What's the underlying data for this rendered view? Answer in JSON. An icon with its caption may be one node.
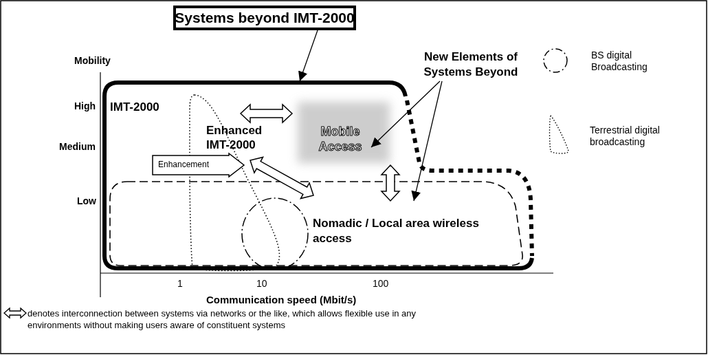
{
  "diagram": {
    "nodes": [
      {
        "text": [
          "Systems beyond IMT-2000"
        ]
      },
      {
        "text": [],
        "shape": "box"
      },
      {
        "text": [
          "IMT-2000"
        ],
        "in": 1
      },
      {
        "text": [
          "Enhanced IMT-2000"
        ],
        "in": 1
      },
      {
        "text": [
          "Mobile Access"
        ],
        "in": 1
      },
      {
        "text": [
          "Nomadic / Local area wireless access"
        ],
        "in": 1
      },
      {
        "text": [
          "New Elements of Systems Beyond"
        ]
      }
    ],
    "edges": [
      {
        "from": 0,
        "to": 1,
        "arrow": "to"
      },
      {
        "from": null,
        "to": 3,
        "arrow": "to",
        "label": "Enhancement",
        "style": "thick"
      },
      {
        "from": 3,
        "to": 4,
        "arrow": "both",
        "style": "thick"
      },
      {
        "from": 3,
        "to": 5,
        "arrow": "both",
        "style": "thick"
      },
      {
        "from": 4,
        "to": 5,
        "arrow": "both",
        "style": "thick"
      },
      {
        "from": 6,
        "to": 4,
        "arrow": "to"
      },
      {
        "from": 6,
        "to": 5,
        "arrow": "to"
      }
    ],
    "labels": [
      "Mobility",
      "High",
      "Medium",
      "Low",
      "1",
      "10",
      "100",
      "Communication speed (Mbit/s)",
      "denotes interconnection between systems via networks or the like, which allows flexible use in any environments without making users aware of constituent systems"
    ],
    "legend": [
      {
        "text": "BS digital Broadcasting"
      },
      {
        "text": "Terrestrial digital broadcasting"
      }
    ]
  }
}
